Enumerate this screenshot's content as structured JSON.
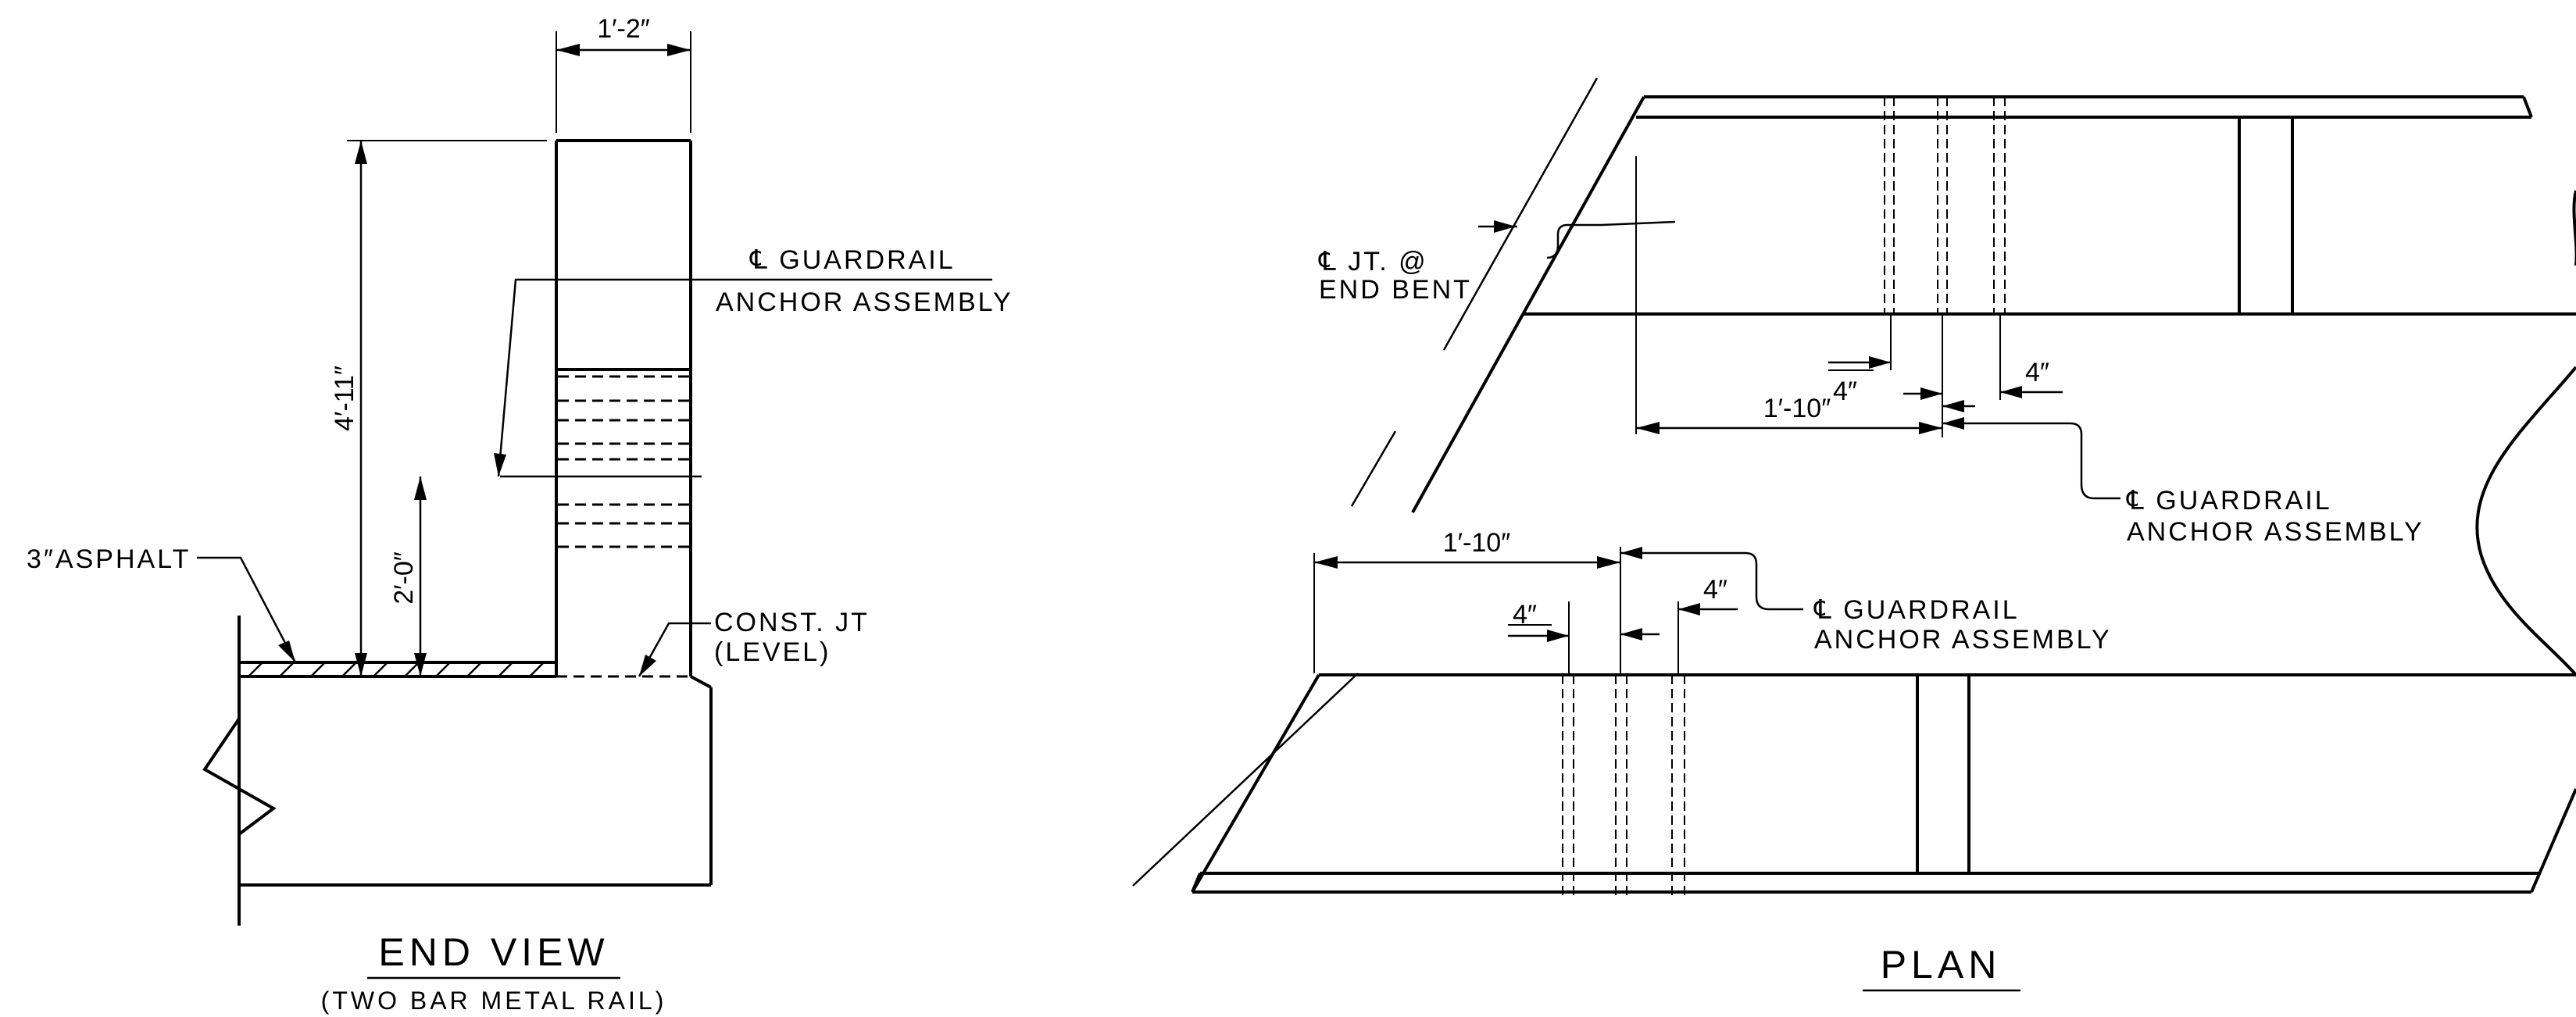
{
  "end_view": {
    "title": "END VIEW",
    "subtitle": "(TWO BAR METAL RAIL)",
    "dim_width": "1′-2″",
    "dim_height": "4′-11″",
    "dim_anchor_height": "2′-0″",
    "label_cl_guardrail": "℄ GUARDRAIL",
    "label_anchor_assembly": "ANCHOR ASSEMBLY",
    "label_asphalt": "3″ASPHALT",
    "label_const_jt": "CONST. JT",
    "label_level": "(LEVEL)"
  },
  "plan": {
    "title": "PLAN",
    "label_cl_jt": "℄ JT. @",
    "label_end_bent": "END BENT",
    "upper": {
      "dim_4_left": "4″",
      "dim_4_right": "4″",
      "dim_1_10": "1′-10″",
      "label_cl_guardrail": "℄ GUARDRAIL",
      "label_anchor_assembly": "ANCHOR ASSEMBLY"
    },
    "lower": {
      "dim_1_10": "1′-10″",
      "dim_4_left": "4″",
      "dim_4_right": "4″",
      "label_cl_guardrail": "℄ GUARDRAIL",
      "label_anchor_assembly": "ANCHOR ASSEMBLY"
    }
  }
}
